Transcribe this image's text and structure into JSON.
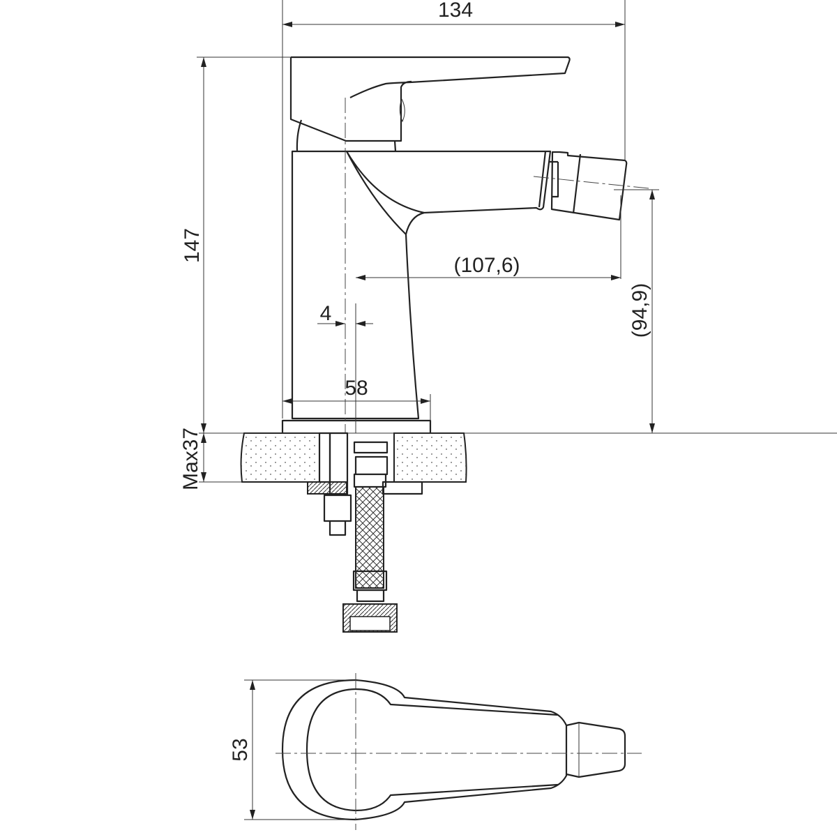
{
  "title": "Bidet mixer technical drawing",
  "dimensions": {
    "overall_width": "134",
    "overall_height": "147",
    "spout_reach": "(107,6)",
    "spout_height": "(94,9)",
    "offset": "4",
    "base_width": "58",
    "max_counter": "Max37",
    "top_view_width": "53"
  },
  "colors": {
    "line": "#222222",
    "background": "#ffffff"
  }
}
